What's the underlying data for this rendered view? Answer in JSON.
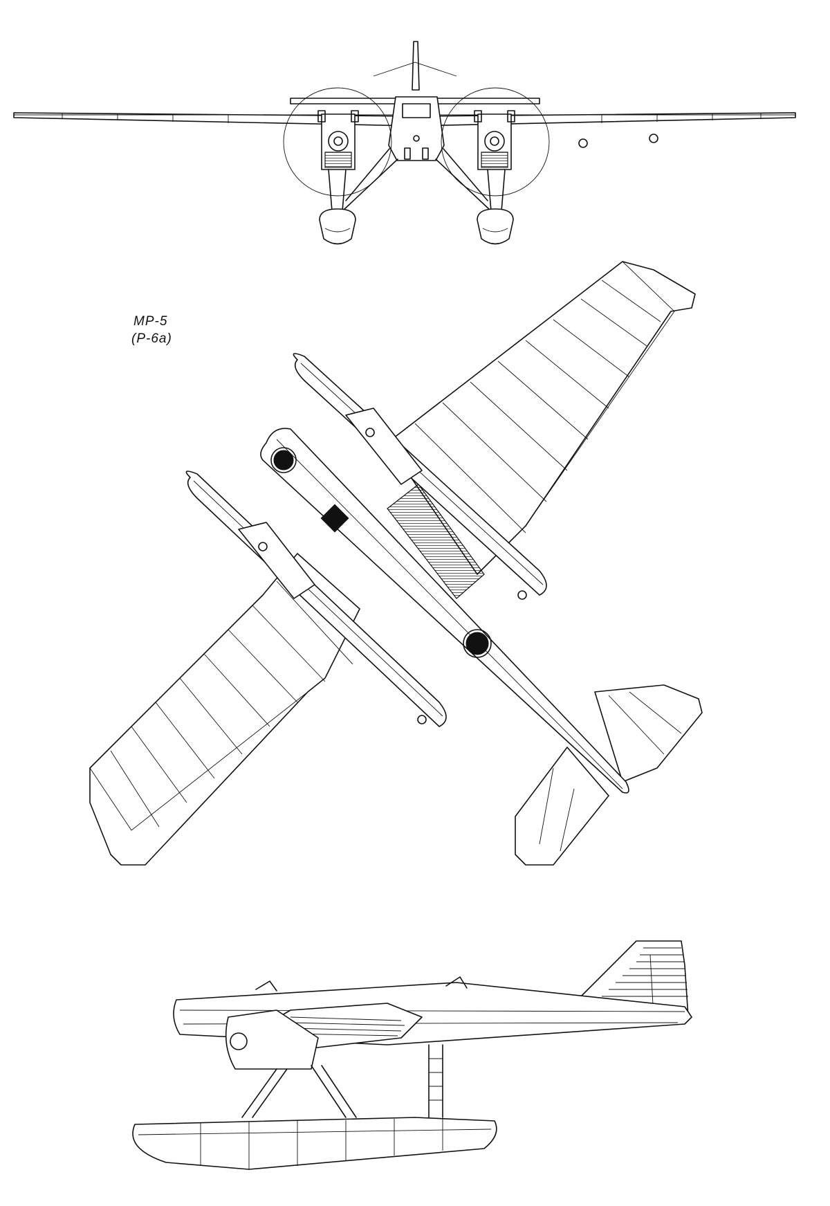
{
  "caption": {
    "line1": "MP-5",
    "line2": "(P-6a)"
  },
  "views": [
    {
      "name": "front-view"
    },
    {
      "name": "plan-view"
    },
    {
      "name": "side-view"
    }
  ],
  "colors": {
    "ink": "#111111",
    "paper": "#ffffff"
  }
}
